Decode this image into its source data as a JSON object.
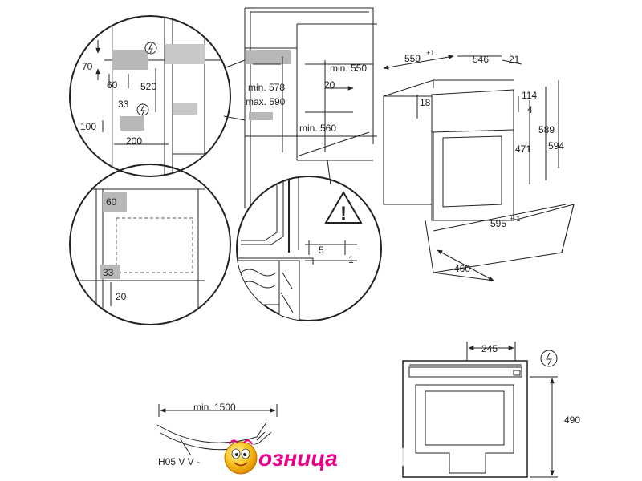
{
  "detail_top": {
    "labels": [
      "70",
      "60",
      "520",
      "33",
      "100",
      "200"
    ]
  },
  "detail_left": {
    "labels": [
      "60",
      "33",
      "20"
    ]
  },
  "niche": {
    "labels": [
      "min. 550",
      "20",
      "min. 578",
      "max. 590",
      "min. 560"
    ]
  },
  "detail_gap": {
    "labels": [
      "5",
      "1"
    ]
  },
  "oven": {
    "depth_label": "559",
    "depth_tolerance": "+1",
    "labels": [
      "546",
      "21",
      "18",
      "114",
      "4",
      "589",
      "594",
      "471"
    ],
    "width_label": "595",
    "width_tolerance": "+-1",
    "base_depth_label": "460"
  },
  "cable": {
    "length_label": "min. 1500",
    "type_label": "H05 V V -"
  },
  "front": {
    "labels": [
      "245",
      "490"
    ]
  },
  "logo": {
    "text": "озница"
  },
  "colors": {
    "line": "#222222",
    "shade": "#b8b8b8",
    "logo_pink": "#e8008a",
    "logo_orange": "#f7a21b"
  }
}
